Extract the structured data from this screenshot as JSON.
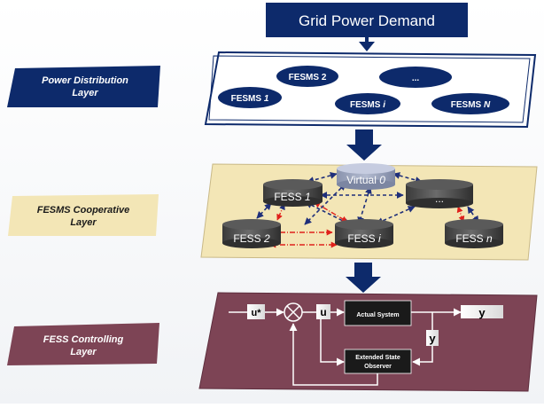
{
  "top": {
    "grid_demand": "Grid Power Demand"
  },
  "layers": {
    "distribution": {
      "line1": "Power Distribution",
      "line2": "Layer"
    },
    "cooperative": {
      "line1": "FESMS Cooperative",
      "line2": "Layer"
    },
    "controlling": {
      "line1": "FESS Controlling",
      "line2": "Layer"
    }
  },
  "fesms": [
    {
      "main": "FESMS 2",
      "sub": ""
    },
    {
      "main": "...",
      "sub": ""
    },
    {
      "main": "FESMS ",
      "sub": "1"
    },
    {
      "main": "FESMS ",
      "sub": "i"
    },
    {
      "main": "FESMS ",
      "sub": "N"
    }
  ],
  "fess": {
    "virtual": {
      "main": "Virtual ",
      "sub": "0"
    },
    "f1": {
      "main": "FESS ",
      "sub": "1"
    },
    "dots": {
      "main": "...",
      "sub": ""
    },
    "f2": {
      "main": "FESS ",
      "sub": "2"
    },
    "fi": {
      "main": "FESS ",
      "sub": "i"
    },
    "fn": {
      "main": "FESS ",
      "sub": "n"
    }
  },
  "control": {
    "u_star": "u*",
    "u": "u",
    "y_out": "y",
    "y_fb": "y",
    "actual_system": "Actual System",
    "eso_line1": "Extended State",
    "eso_line2": "Observer"
  },
  "colors": {
    "navy": "#0d2a6b",
    "beige": "#f3e6b6",
    "maroon": "#7d4455",
    "link_blue": "#1f2f7a",
    "link_red": "#e0201b"
  }
}
